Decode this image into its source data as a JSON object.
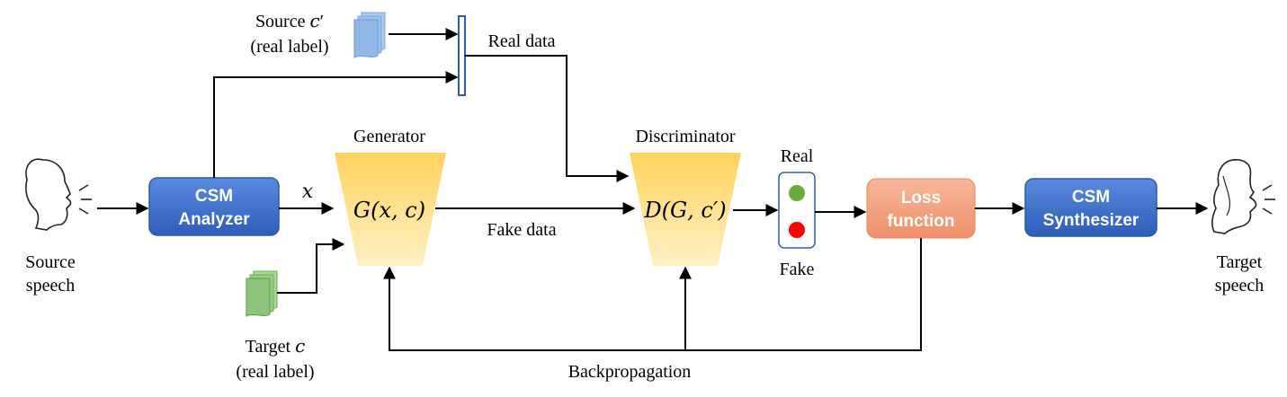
{
  "labels": {
    "source_c_prime": "Source 𝑐′",
    "source_real_label": "(real label)",
    "real_data": "Real data",
    "generator": "Generator",
    "discriminator": "Discriminator",
    "x": "𝑥",
    "g_func": "𝐺(𝑥, 𝑐)",
    "d_func": "𝐷(𝐺, 𝑐′)",
    "fake_data": "Fake data",
    "real": "Real",
    "fake": "Fake",
    "target_c": "Target 𝑐",
    "target_real_label": "(real label)",
    "backpropagation": "Backpropagation",
    "source_speech_1": "Source",
    "source_speech_2": "speech",
    "target_speech_1": "Target",
    "target_speech_2": "speech"
  },
  "boxes": {
    "csm_analyzer_1": "CSM",
    "csm_analyzer_2": "Analyzer",
    "loss_1": "Loss",
    "loss_2": "function",
    "csm_synth_1": "CSM",
    "csm_synth_2": "Synthesizer"
  },
  "colors": {
    "csm_box": "#3f6fc9",
    "network": "#ffd97a",
    "loss_box": "#f4a582",
    "real_dot": "#6aaa3a",
    "fake_dot": "#ff0000",
    "source_doc": "#8fb8e8",
    "target_doc": "#8cc57a",
    "real_bar": "#2f5db5"
  }
}
